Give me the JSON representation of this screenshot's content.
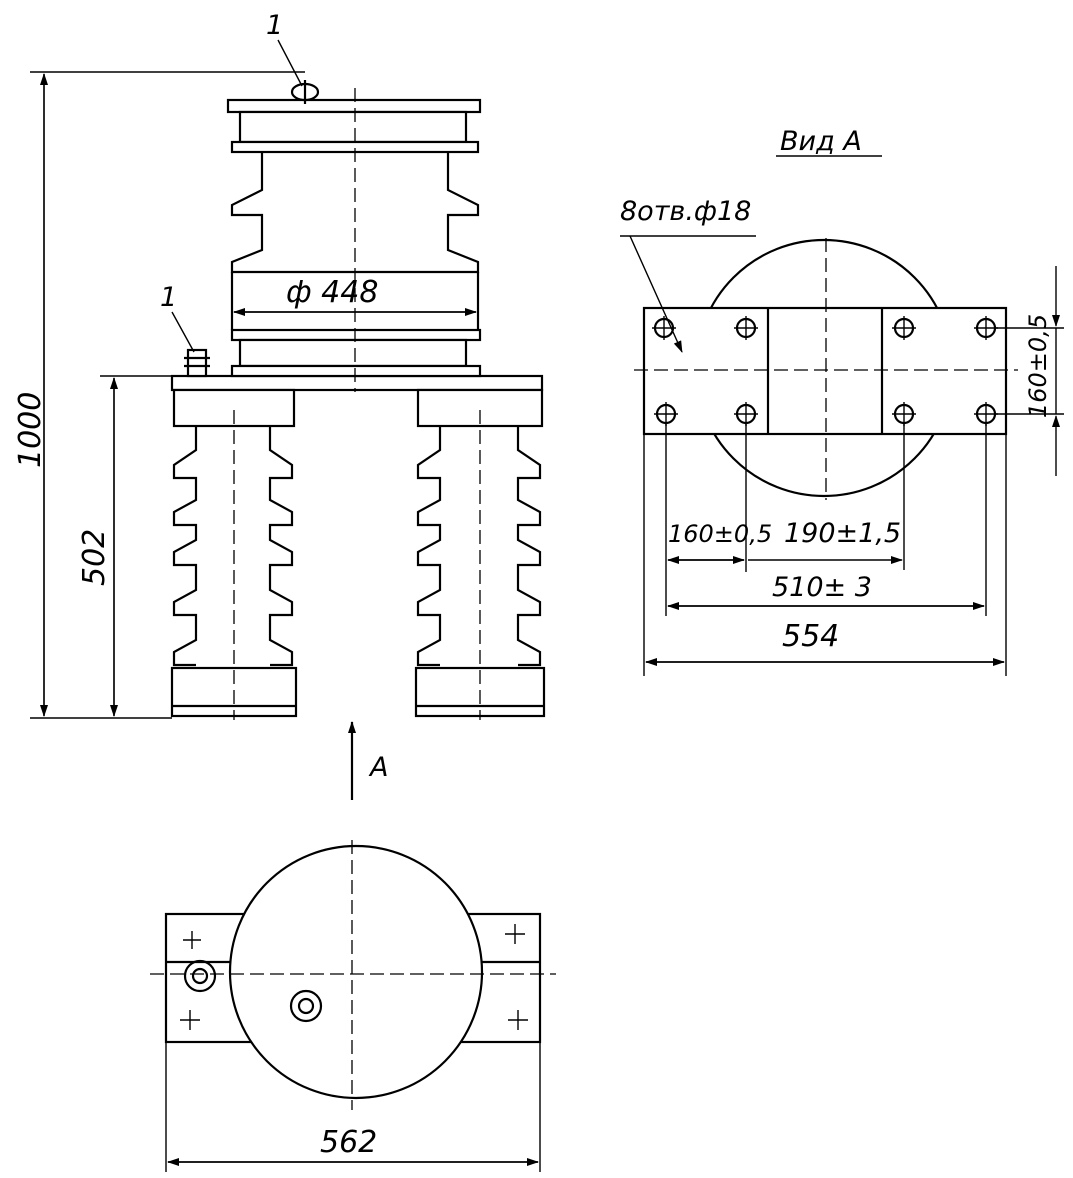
{
  "labels": {
    "item_top": "1",
    "item_left": "1",
    "dia_448": "ф 448",
    "dim_1000": "1000",
    "dim_502": "502",
    "arrow_a": "А",
    "dim_562": "562",
    "view_a_title": "Вид А",
    "holes_note": "8отв.ф18",
    "dim_160_right": "160±0,5",
    "dim_160_bottom": "160±0,5",
    "dim_190": "190±1,5",
    "dim_510": "510± 3",
    "dim_554": "554"
  }
}
